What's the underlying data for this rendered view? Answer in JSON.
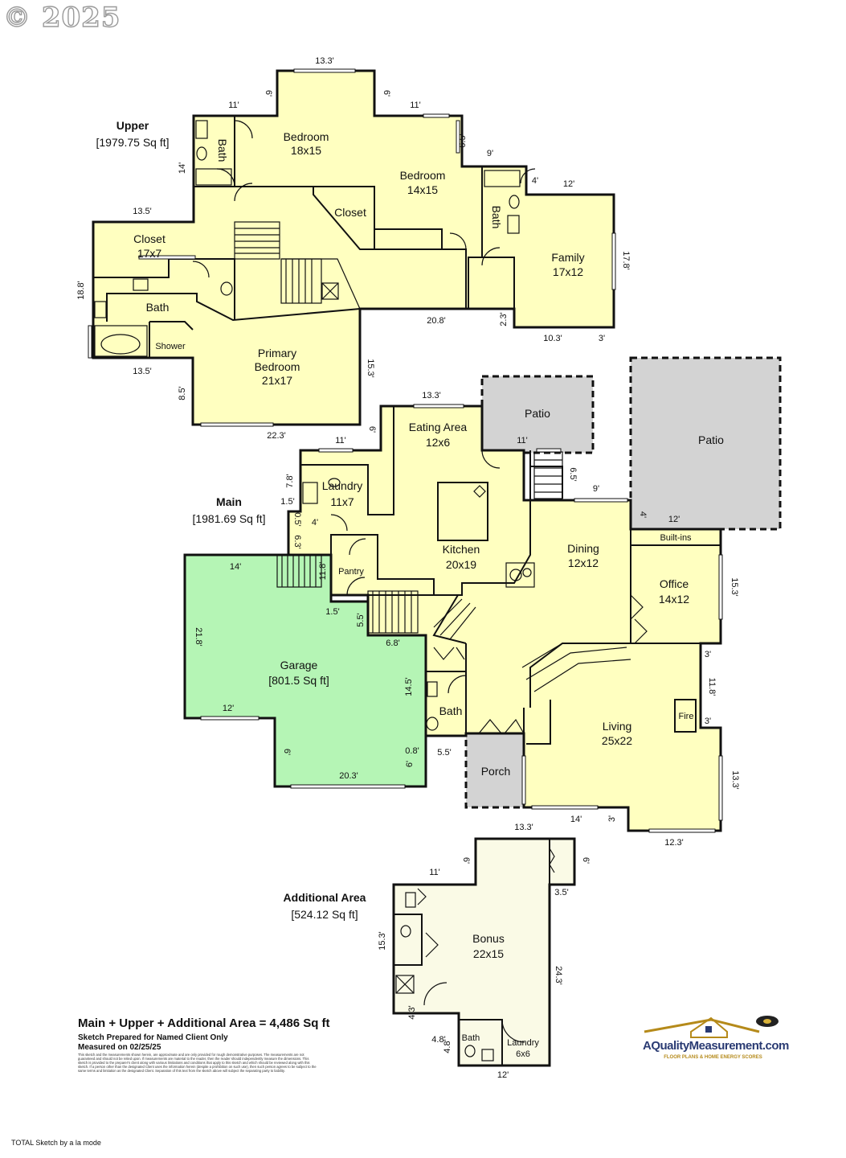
{
  "copyright": "© 2025",
  "floors": {
    "upper": {
      "title": "Upper",
      "area": "[1979.75 Sq ft]"
    },
    "main": {
      "title": "Main",
      "area": "[1981.69 Sq ft]"
    },
    "additional": {
      "title": "Additional Area",
      "area": "[524.12 Sq ft]"
    }
  },
  "rooms": {
    "bedroom1": {
      "name": "Bedroom",
      "size": "18x15"
    },
    "bedroom2": {
      "name": "Bedroom",
      "size": "14x15"
    },
    "bath_upper1": "Bath",
    "bath_upper2": "Bath",
    "closet_upper": "Closet",
    "closet_primary": {
      "name": "Closet",
      "size": "17x7"
    },
    "bath_primary": "Bath",
    "shower": "Shower",
    "family": {
      "name": "Family",
      "size": "17x12"
    },
    "primary": {
      "name1": "Primary",
      "name2": "Bedroom",
      "size": "21x17"
    },
    "eating": {
      "name": "Eating Area",
      "size": "12x6"
    },
    "patio1": "Patio",
    "patio2": "Patio",
    "laundry_main": {
      "name": "Laundry",
      "size": "11x7"
    },
    "kitchen": {
      "name": "Kitchen",
      "size": "20x19"
    },
    "pantry": "Pantry",
    "dining": {
      "name": "Dining",
      "size": "12x12"
    },
    "builtins": "Built-ins",
    "office": {
      "name": "Office",
      "size": "14x12"
    },
    "garage": {
      "name": "Garage",
      "size": "[801.5 Sq ft]"
    },
    "bath_main": "Bath",
    "living": {
      "name": "Living",
      "size": "25x22"
    },
    "fire": "Fire",
    "porch": "Porch",
    "bonus": {
      "name": "Bonus",
      "size": "22x15"
    },
    "bath_add": "Bath",
    "laundry_add": {
      "name": "Laundry",
      "size": "6x6"
    }
  },
  "dimensions": {
    "u1": "13.3'",
    "u2": "6'",
    "u3": "11'",
    "u4": "6'",
    "u5": "11'",
    "u6": "6.5'",
    "u7": "9'",
    "u8": "4'",
    "u9": "12'",
    "u10": "14'",
    "u11": "13.5'",
    "u12": "17.8'",
    "u13": "18.8'",
    "u14": "20.8'",
    "u15": "2.3'",
    "u16": "10.3'",
    "u17": "3'",
    "u18": "13.5'",
    "u19": "15.3'",
    "u20": "8.5'",
    "u21": "22.3'",
    "m1": "13.3'",
    "m2": "6'",
    "m3": "11'",
    "m4": "11'",
    "m5": "6.5'",
    "m6": "9'",
    "m7": "7.8'",
    "m8": "1.5'",
    "m9": "4'",
    "m10": "12'",
    "m11": "0.5'",
    "m12": "6.3'",
    "m13": "14'",
    "m14": "11.8'",
    "m15": "15.3'",
    "m16": "1.5'",
    "m17": "5.5'",
    "m18": "21.8'",
    "m19": "6.8'",
    "m20": "3'",
    "m21": "14.5'",
    "m22": "11.8'",
    "m23": "3'",
    "m24": "12'",
    "m25": "6'",
    "m26": "0.8'",
    "m27": "5.5'",
    "m28": "6'",
    "m29": "20.3'",
    "m30": "13.3'",
    "m31": "14'",
    "m32": "3'",
    "m33": "12.3'",
    "a1": "13.3'",
    "a2": "6'",
    "a3": "6'",
    "a4": "11'",
    "a5": "3.5'",
    "a6": "15.3'",
    "a7": "24.3'",
    "a8": "4.3'",
    "a9": "4.8'",
    "a10": "4.8'",
    "a11": "12'"
  },
  "summary": {
    "total": "Main + Upper + Additional Area = 4,486 Sq ft",
    "prepared": "Sketch Prepared for Named Client Only",
    "measured": "Measured on 02/25/25",
    "disclaimer": "This sketch and the measurements shown herein, are approximate and are only provided for rough demonstrative purposes. The measurements are not guaranteed and should not be relied upon. If measurements are material to the reader, then the reader should independently measure the dimensions. This sketch is provided to the preparer's client along with various limitations and conditions that apply to this sketch and which should be reviewed along with this sketch. If a person other than the designated Client uses the information herein (despite a prohibition on such use), then such person agrees to be subject to the same terms and limitation as the designated Client. Separation of this text from the sketch above will subject the separating party to liability."
  },
  "footer": "TOTAL Sketch by a la mode",
  "logo": {
    "name": "AQualityMeasurement.com",
    "tagline": "FLOOR PLANS & HOME ENERGY SCORES"
  },
  "colors": {
    "room": "#ffffc0",
    "garage": "#b5f5b5",
    "patio": "#d3d3d3",
    "bonus": "#fafae6"
  }
}
